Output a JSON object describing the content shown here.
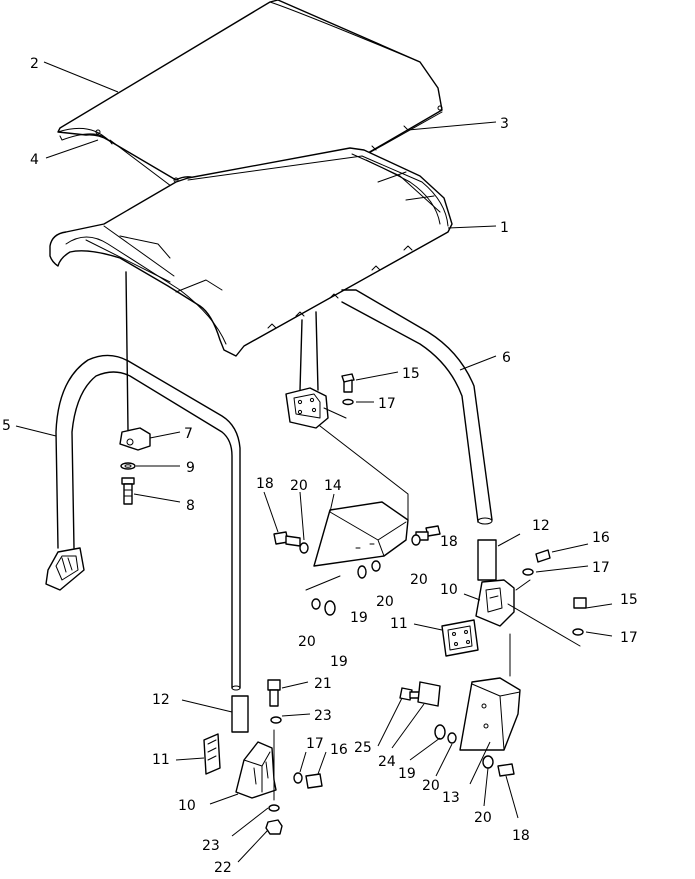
{
  "callouts": [
    {
      "id": "c-2",
      "text": "2"
    },
    {
      "id": "c-3",
      "text": "3"
    },
    {
      "id": "c-4",
      "text": "4"
    },
    {
      "id": "c-1",
      "text": "1"
    },
    {
      "id": "c-6",
      "text": "6"
    },
    {
      "id": "c-5",
      "text": "5"
    },
    {
      "id": "c-7",
      "text": "7"
    },
    {
      "id": "c-9",
      "text": "9"
    },
    {
      "id": "c-8",
      "text": "8"
    },
    {
      "id": "c-15a",
      "text": "15"
    },
    {
      "id": "c-17a",
      "text": "17"
    },
    {
      "id": "c-18a",
      "text": "18"
    },
    {
      "id": "c-20a",
      "text": "20"
    },
    {
      "id": "c-14",
      "text": "14"
    },
    {
      "id": "c-18b",
      "text": "18"
    },
    {
      "id": "c-20b",
      "text": "20"
    },
    {
      "id": "c-19a",
      "text": "19"
    },
    {
      "id": "c-20c",
      "text": "20"
    },
    {
      "id": "c-20d",
      "text": "20"
    },
    {
      "id": "c-19b",
      "text": "19"
    },
    {
      "id": "c-12a",
      "text": "12"
    },
    {
      "id": "c-16a",
      "text": "16"
    },
    {
      "id": "c-17b",
      "text": "17"
    },
    {
      "id": "c-10a",
      "text": "10"
    },
    {
      "id": "c-15b",
      "text": "15"
    },
    {
      "id": "c-17c",
      "text": "17"
    },
    {
      "id": "c-11a",
      "text": "11"
    },
    {
      "id": "c-12b",
      "text": "12"
    },
    {
      "id": "c-21",
      "text": "21"
    },
    {
      "id": "c-23a",
      "text": "23"
    },
    {
      "id": "c-11b",
      "text": "11"
    },
    {
      "id": "c-17d",
      "text": "17"
    },
    {
      "id": "c-16b",
      "text": "16"
    },
    {
      "id": "c-10b",
      "text": "10"
    },
    {
      "id": "c-23b",
      "text": "23"
    },
    {
      "id": "c-22",
      "text": "22"
    },
    {
      "id": "c-25",
      "text": "25"
    },
    {
      "id": "c-24",
      "text": "24"
    },
    {
      "id": "c-19c",
      "text": "19"
    },
    {
      "id": "c-20e",
      "text": "20"
    },
    {
      "id": "c-13",
      "text": "13"
    },
    {
      "id": "c-20f",
      "text": "20"
    },
    {
      "id": "c-18c",
      "text": "18"
    }
  ]
}
